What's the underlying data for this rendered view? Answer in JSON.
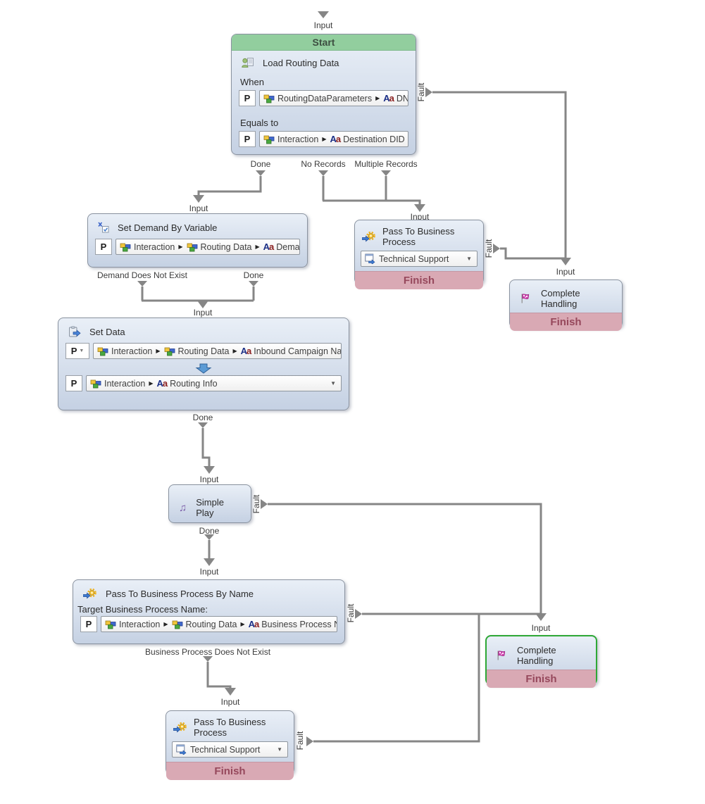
{
  "colors": {
    "canvas_bg": "#ffffff",
    "block_body_top": "#e9eff7",
    "block_body_bottom": "#c5d1e3",
    "block_border": "#8a93a0",
    "start_header": "#92ce9e",
    "finish_footer": "#d9a9b4",
    "finish_text": "#96485c",
    "selection_border": "#2ea836",
    "connector": "#868686",
    "label_text": "#3b3b3b"
  },
  "ports": {
    "input": "Input",
    "done": "Done",
    "fault": "Fault",
    "no_records": "No Records",
    "multiple_records": "Multiple Records",
    "demand_does_not_exist": "Demand Does Not Exist",
    "business_process_does_not_exist": "Business Process Does Not Exist"
  },
  "blocks": {
    "start": {
      "header": "Start",
      "title": "Load Routing Data",
      "title_icon": "person-with-document-icon",
      "when_label": "When",
      "when_p": "P",
      "when_path": [
        {
          "icon": "variable-cubes-icon",
          "text": "RoutingDataParameters"
        },
        {
          "icon": "text-variable-icon",
          "text": "DNIS"
        }
      ],
      "equals_label": "Equals to",
      "equals_p": "P",
      "equals_path": [
        {
          "icon": "variable-cubes-icon",
          "text": "Interaction"
        },
        {
          "icon": "text-variable-icon",
          "text": "Destination DID"
        }
      ]
    },
    "set_demand": {
      "title": "Set Demand By Variable",
      "title_icon": "set-demand-icon",
      "p": "P",
      "path": [
        {
          "icon": "variable-cubes-icon",
          "text": "Interaction"
        },
        {
          "icon": "variable-cubes-icon",
          "text": "Routing Data"
        },
        {
          "icon": "text-variable-icon",
          "text": "Demands"
        }
      ]
    },
    "pass_to_bp_top": {
      "title": "Pass To Business Process",
      "title_icon": "gear-arrow-icon",
      "process_icon": "business-process-window-icon",
      "process": "Technical Support",
      "footer": "Finish"
    },
    "complete_handling_top": {
      "title": "Complete Handling",
      "title_icon": "checkered-flag-icon",
      "footer": "Finish"
    },
    "set_data": {
      "title": "Set Data",
      "title_icon": "set-data-clipboard-icon",
      "p1": "P",
      "path1": [
        {
          "icon": "variable-cubes-icon",
          "text": "Interaction"
        },
        {
          "icon": "variable-cubes-icon",
          "text": "Routing Data"
        },
        {
          "icon": "text-variable-icon",
          "text": "Inbound Campaign Name"
        }
      ],
      "p2": "P",
      "path2": [
        {
          "icon": "variable-cubes-icon",
          "text": "Interaction"
        },
        {
          "icon": "text-variable-icon",
          "text": "Routing Info"
        }
      ]
    },
    "simple_play": {
      "title": "Simple Play",
      "title_icon": "music-note-icon"
    },
    "pass_to_bp_by_name": {
      "title": "Pass To Business Process By Name",
      "title_icon": "gear-arrow-icon",
      "target_label": "Target Business Process Name:",
      "p": "P",
      "path": [
        {
          "icon": "variable-cubes-icon",
          "text": "Interaction"
        },
        {
          "icon": "variable-cubes-icon",
          "text": "Routing Data"
        },
        {
          "icon": "text-variable-icon",
          "text": "Business Process Name"
        }
      ]
    },
    "complete_handling_selected": {
      "title": "Complete Handling",
      "title_icon": "checkered-flag-icon",
      "footer": "Finish"
    },
    "pass_to_bp_bottom": {
      "title": "Pass To Business Process",
      "title_icon": "gear-arrow-icon",
      "process_icon": "business-process-window-icon",
      "process": "Technical Support",
      "footer": "Finish"
    }
  }
}
